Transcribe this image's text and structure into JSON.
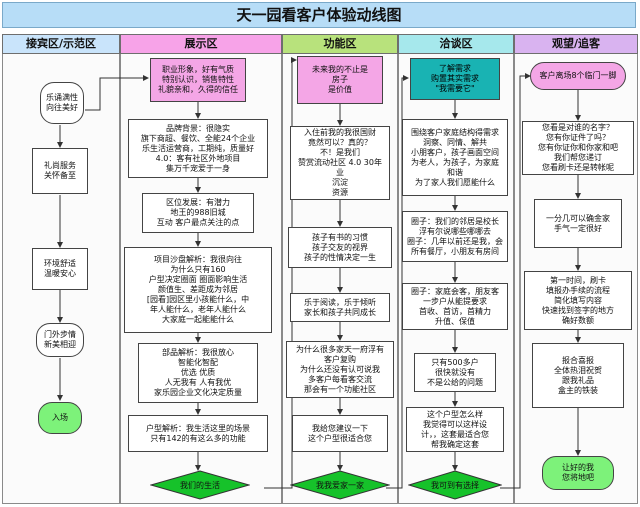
{
  "title": "天一园看客户体验动线图",
  "colors": {
    "lane1": "#c9e4fb",
    "lane2": "#f7a3e8",
    "lane3": "#b8e27c",
    "lane4": "#a6e8ec",
    "lane5": "#d9b3f0",
    "teal": "#19b3b3",
    "pink": "#f4a6e6",
    "green": "#7df27a"
  },
  "lanes": [
    {
      "id": "lane-1",
      "label": "接宾区/示范区"
    },
    {
      "id": "lane-2",
      "label": "展示区"
    },
    {
      "id": "lane-3",
      "label": "功能区"
    },
    {
      "id": "lane-4",
      "label": "洽谈区"
    },
    {
      "id": "lane-5",
      "label": "观望/追客"
    }
  ],
  "lane1": {
    "b1": "乐诵满性\n向往美好",
    "b2": "礼尚服务\n关怀备至",
    "b3": "环境舒适\n温暖安心",
    "b4": "门外步情\n新美相迎",
    "b5": "入场"
  },
  "lane2": {
    "b1": "职业形象，好有气质\n特别认识，销售特性\n礼貌亲和，久得的信任",
    "b2": "品牌背景：很隐实\n旗下商超、餐饮、全能24个企业\n乐生活运营商，工期纯，质量好\n4.0：客有社区外地项目\n集万千宠爱于一身",
    "b3": "区位发展：有潜力\n地王的988旧城\n互动 客户最点关注的点",
    "b4": "项目沙盘解析：我很向往\n为什么只有160\n户型决定圈面 圈面影响生活\n颜值生、差距成为邻居\n[园看]园区里小孩能什么，中\n年人能什么，老年人能什么\n大家庭一起能能什么",
    "b5": "部品解析：我很放心\n智能化智配\n优选 优质\n人无我有 人有我优\n家乐园企业文化决定质量",
    "b6": "户型解析：我生活这里的场景\n只有142的有这么多的功能",
    "d1": "我们的生活"
  },
  "lane3": {
    "b1": "未来我的不止是\n房子\n是价值",
    "b2": "入住前我的我很国财\n竟然可以？真的？\n不！是我们\n赞赏流动社区 4.0 30年\n业\n沉淀\n资源",
    "b3": "孩子有书的习惯\n孩子交友的视界\n孩子的性情决定一生",
    "b4": "乐于阅读，乐于倾听\n家长和孩子共同成长",
    "b5": "为什么很多家天一府浮有\n客户复购\n为什么还没有认可说我\n多客户每看客交流\n那会有一个功能社区",
    "b6": "我给您建议一下\n这个户型很适合您",
    "d1": "我我爱家一家"
  },
  "lane4": {
    "b1": "了解需求\n购置其实需求\n\"我需要它\"",
    "b2": "围绕客户家庭结构得需求\n洞察、同情、解共\n小朋客户，孩子画面空间\n为老人，为孩子，为家庭\n和谐\n为了家人我们愿能什么",
    "b3": "圈子：我们的邻居是校长\n浮有尔说哪些哪哪去\n圈子：几年以前还是我，会\n所有餐厅，小朋友有房间",
    "b4": "圈子：家庭会客，朋友客\n一步户从能提要求\n首收、首访，首精力\n升值、保值",
    "b5": "只有500多户\n很快就没有\n不是公给的问题",
    "b6": "这个户型怎么样\n我觉得可以这样设\n计，，这套最适合您\n帮我确定这套",
    "d1": "我可到有选择"
  },
  "lane5": {
    "b1": "客户离场8个临门一脚",
    "b2": "您看是对谁的名字？\n您有你证件了吗？\n您有你证你和你家和吧\n我们帮您递订\n您看刷卡还是转帐呢",
    "b3": "一分几可以确金家\n手气一定很好",
    "b4": "第一时间，刷卡\n填报办手续的流程\n简化填写内容\n快速找到签字的地方\n确好数额",
    "b5": "报合喜报\n全体热泪祝贺\n跟我礼品\n盒主的铁装",
    "b6": "让好的我\n您将地吧"
  }
}
